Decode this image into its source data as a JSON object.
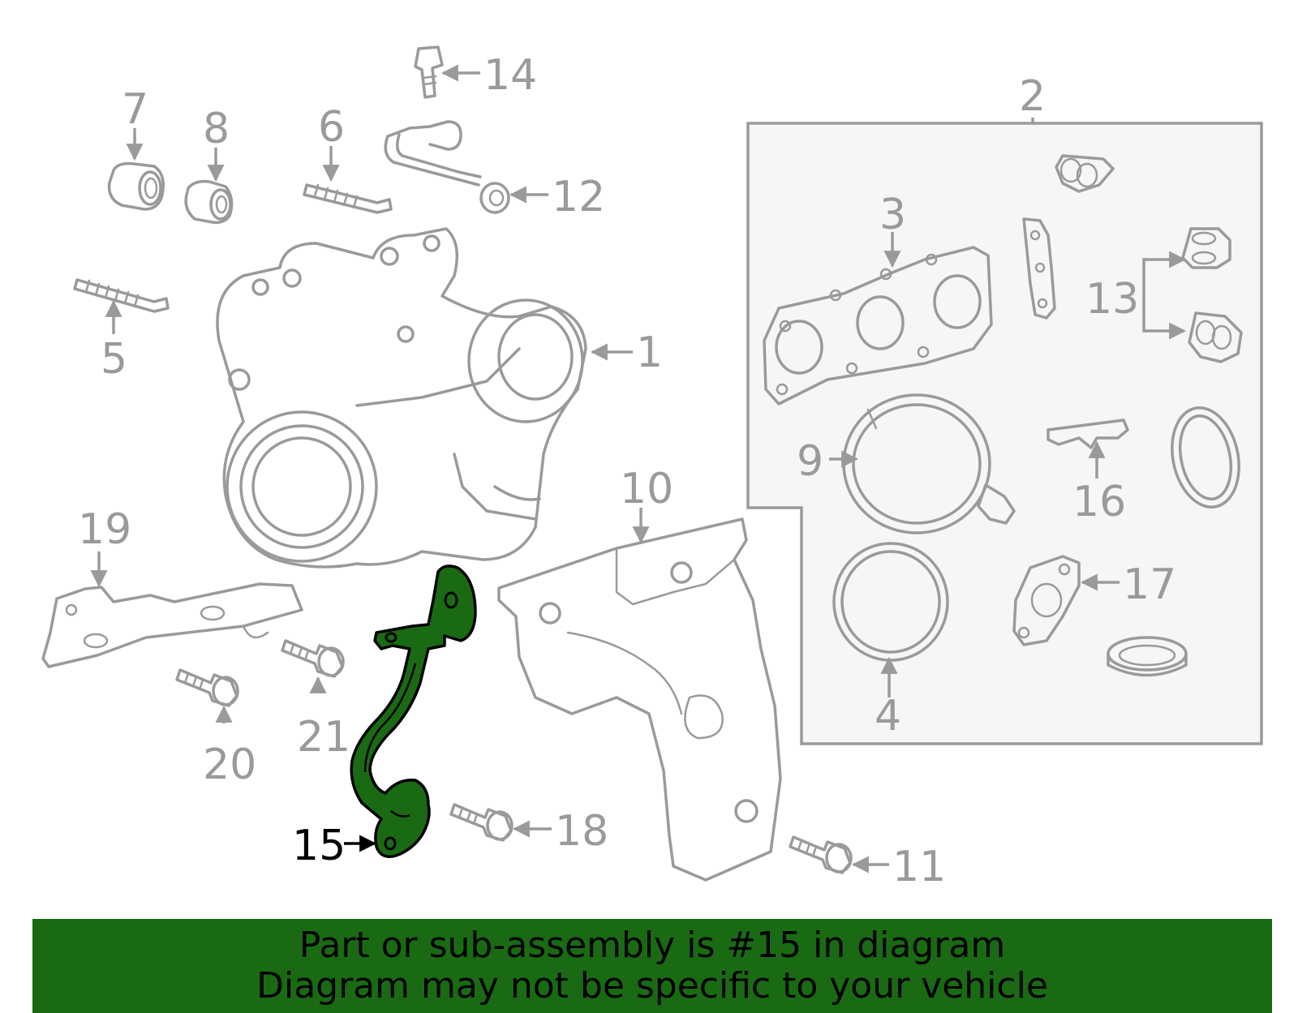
{
  "colors": {
    "banner": "#1a6a14",
    "highlight": "#1a6a14",
    "outline": "#9a9a9a",
    "text_active": "#000000"
  },
  "callouts": {
    "c1": "1",
    "c2": "2",
    "c3": "3",
    "c4": "4",
    "c5": "5",
    "c6": "6",
    "c7": "7",
    "c8": "8",
    "c9": "9",
    "c10": "10",
    "c11": "11",
    "c12": "12",
    "c13": "13",
    "c14": "14",
    "c15": "15",
    "c16": "16",
    "c17": "17",
    "c18": "18",
    "c19": "19",
    "c20": "20",
    "c21": "21"
  },
  "highlighted_part": "15",
  "banner": {
    "line1": "Part or sub-assembly is #15 in diagram",
    "line2": "Diagram may not be specific to your vehicle"
  }
}
